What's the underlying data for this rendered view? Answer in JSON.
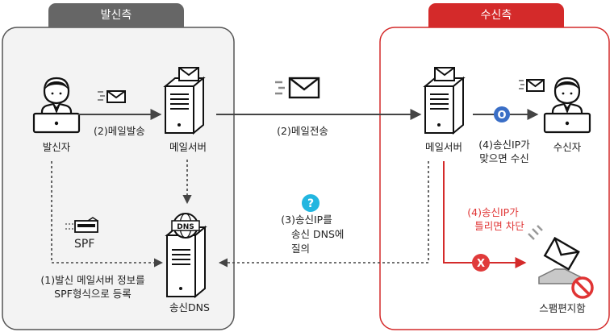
{
  "sender_side": {
    "title": "발신측",
    "sender_label": "발신자",
    "mail_server_label": "메일서버",
    "dns_label": "송신DNS",
    "dns_icon_text": "DNS",
    "spf_label": "SPF",
    "step1_line1": "(1)발신 메일서버 정보를",
    "step1_line2": "SPF형식으로 등록",
    "step2_send": "(2)메일발송"
  },
  "middle": {
    "step2_transfer": "(2)메일전송",
    "step3_line1": "(3)송신IP를",
    "step3_line2": "송신 DNS에",
    "step3_line3": "질의",
    "question_symbol": "?"
  },
  "receiver_side": {
    "title": "수신측",
    "mail_server_label": "메일서버",
    "receiver_label": "수신자",
    "step4_ok_line1": "(4)송신IP가",
    "step4_ok_line2": "맞으면 수신",
    "step4_bad_line1": "(4)송신IP가",
    "step4_bad_line2": "틀리면 차단",
    "spam_label": "스팸편지함",
    "ok_symbol": "O",
    "x_symbol": "X"
  },
  "colors": {
    "sender_tab": "#666666",
    "receiver_accent": "#d42a2a",
    "blue_badge": "#3a6ec6",
    "cyan_badge": "#22b6e0",
    "red_badge": "#e03a3a"
  }
}
